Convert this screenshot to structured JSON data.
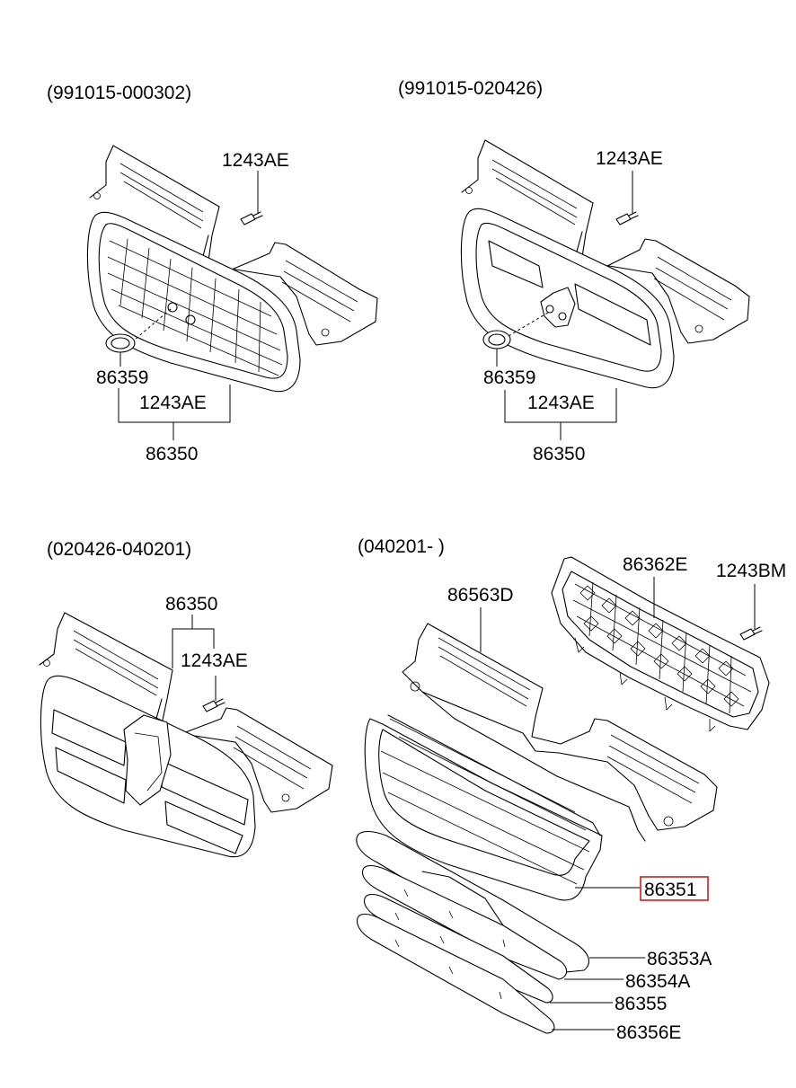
{
  "panels": [
    {
      "id": "p1",
      "range": "(991015-000302)"
    },
    {
      "id": "p2",
      "range": "(991015-020426)"
    },
    {
      "id": "p3",
      "range": "(020426-040201)"
    },
    {
      "id": "p4",
      "range": "(040201- )"
    }
  ],
  "labels": {
    "p1": {
      "bolt": "1243AE",
      "emblem": "86359",
      "bolt2": "1243AE",
      "assy": "86350"
    },
    "p2": {
      "bolt": "1243AE",
      "emblem": "86359",
      "bolt2": "1243AE",
      "assy": "86350"
    },
    "p3": {
      "assy": "86350",
      "bolt": "1243AE"
    },
    "p4": {
      "upper_grille": "86362E",
      "upper_bolt": "1243BM",
      "bracket": "86563D",
      "grille": "86351",
      "molding_a": "86353A",
      "molding_b": "86354A",
      "molding_c": "86355",
      "molding_d": "86356E"
    }
  },
  "highlight": {
    "part": "86351",
    "color": "#d81b1b"
  }
}
